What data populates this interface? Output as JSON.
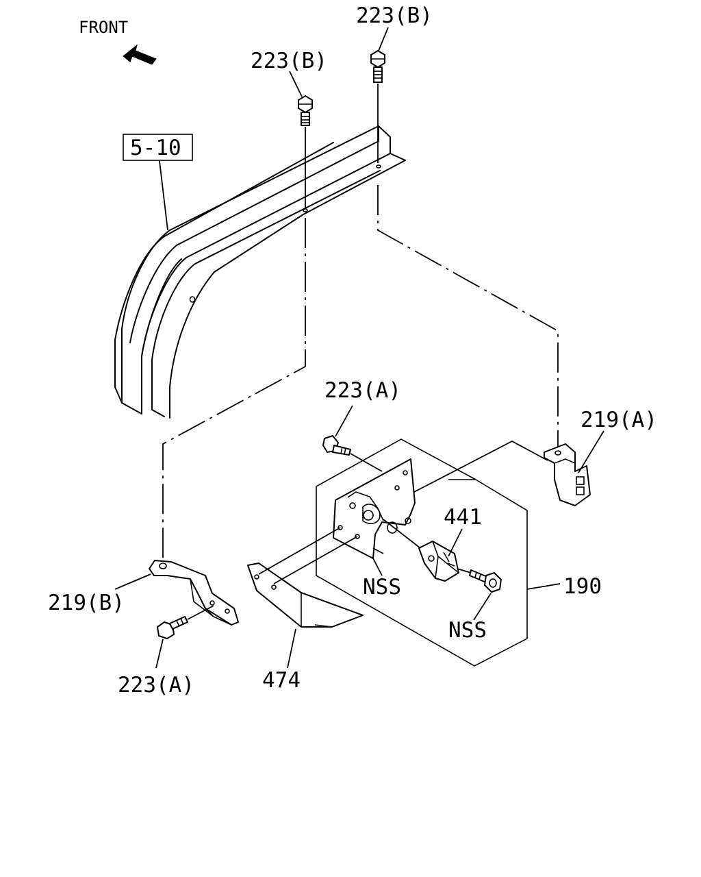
{
  "front_label": "FRONT",
  "ref_box": "5-10",
  "callouts": {
    "bolt_b_left": "223(B)",
    "bolt_b_right": "223(B)",
    "bolt_a_top": "223(A)",
    "bolt_a_bottom": "223(A)",
    "bracket_a": "219(A)",
    "bracket_b": "219(B)",
    "part_441": "441",
    "assembly_190": "190",
    "nss_bracket": "NSS",
    "nss_bolt": "NSS",
    "plate_474": "474"
  }
}
